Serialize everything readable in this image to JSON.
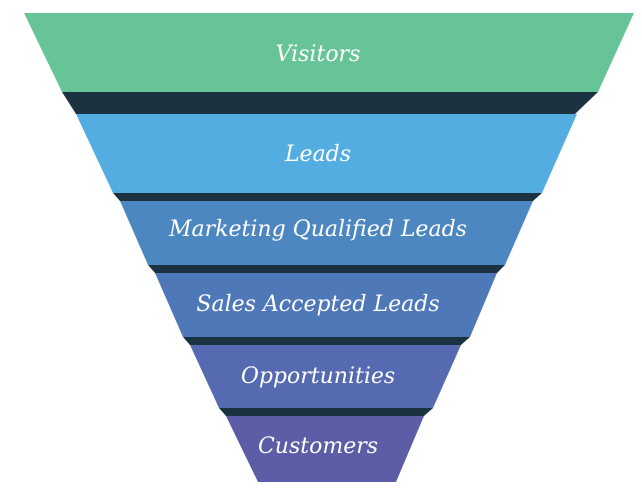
{
  "funnel": {
    "stages": [
      {
        "label": "Visitors",
        "color": "#66c497"
      },
      {
        "label": "Leads",
        "color": "#53ade1"
      },
      {
        "label": "Marketing Qualified Leads",
        "color": "#4d87c2"
      },
      {
        "label": "Sales Accepted Leads",
        "color": "#4f78b8"
      },
      {
        "label": "Opportunities",
        "color": "#556ab0"
      },
      {
        "label": "Customers",
        "color": "#5b5ea6"
      }
    ],
    "connector_color": "#1b3340"
  }
}
